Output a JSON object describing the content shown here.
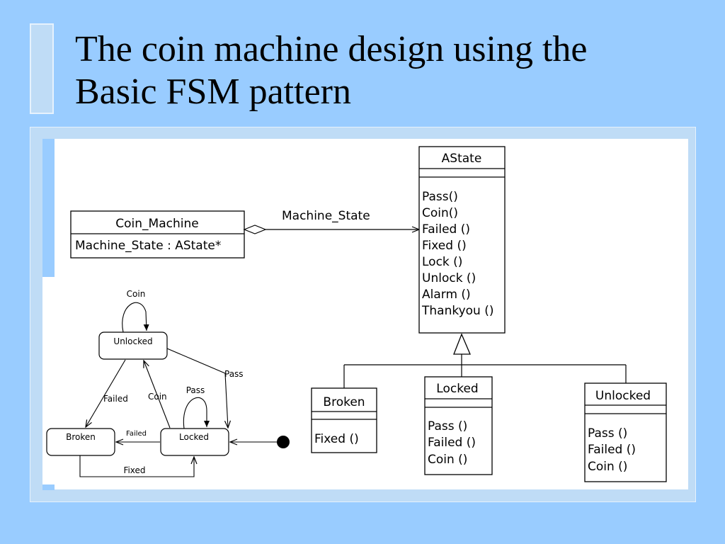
{
  "slide": {
    "title_line1": "The coin machine design using the",
    "title_line2": "Basic FSM pattern"
  },
  "class_diagram": {
    "context_class": {
      "name": "Coin_Machine",
      "attribute": "Machine_State : AState*"
    },
    "association_label": "Machine_State",
    "abstract_state": {
      "name": "AState",
      "operations": [
        "Pass()",
        "Coin()",
        "Failed ()",
        "Fixed ()",
        "Lock ()",
        "Unlock ()",
        "Alarm ()",
        "Thankyou ()"
      ]
    },
    "broken_class": {
      "name": "Broken",
      "operations": [
        "Fixed ()"
      ]
    },
    "locked_class": {
      "name": "Locked",
      "operations": [
        "Pass ()",
        "Failed ()",
        "Coin ()"
      ]
    },
    "unlocked_class": {
      "name": "Unlocked",
      "operations": [
        "Pass ()",
        "Failed ()",
        "Coin ()"
      ]
    }
  },
  "state_diagram": {
    "states": {
      "unlocked": "Unlocked",
      "broken": "Broken",
      "locked": "Locked"
    },
    "transitions": {
      "unlocked_self": "Coin",
      "unlocked_to_broken": "Failed",
      "locked_to_unlocked": "Coin",
      "locked_self": "Pass",
      "unlocked_to_locked": "Pass",
      "locked_to_broken": "Failed",
      "broken_to_locked": "Fixed"
    }
  }
}
